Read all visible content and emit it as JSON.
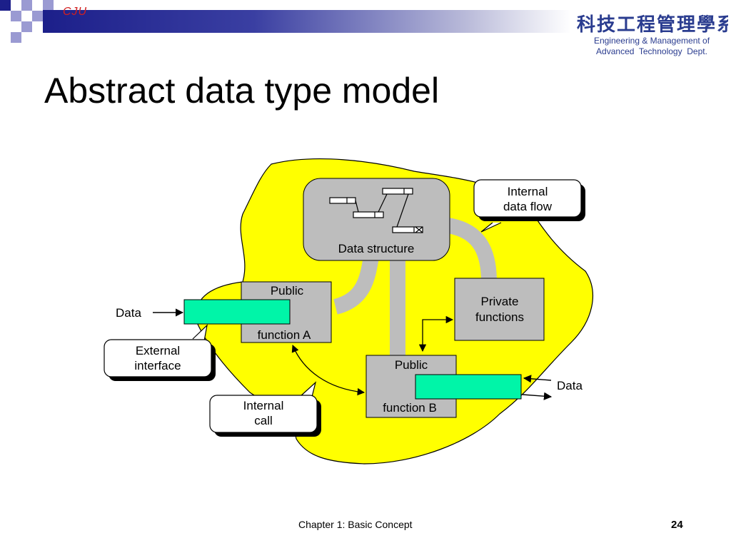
{
  "header": {
    "brand_text": "CJU",
    "logo_chinese": "科技工程管理學系",
    "logo_english_line1": "Engineering & Management of",
    "logo_english_line2": "Advanced  Technology  Dept.",
    "accent_color": "#1c1f8a",
    "square_color": "#9a9ad2"
  },
  "title": "Abstract data type model",
  "diagram": {
    "blob_color": "#ffff00",
    "box_color": "#bdbdbd",
    "interface_color": "#00f5a8",
    "data_structure_label": "Data structure",
    "public_a_top": "Public",
    "public_a_bottom": "function A",
    "public_b_top": "Public",
    "public_b_bottom": "function B",
    "private_line1": "Private",
    "private_line2": "functions",
    "data_in_left": "Data",
    "data_right": "Data",
    "callouts": {
      "internal_data_flow_1": "Internal",
      "internal_data_flow_2": "data flow",
      "external_interface_1": "External",
      "external_interface_2": "interface",
      "internal_call_1": "Internal",
      "internal_call_2": "call"
    }
  },
  "footer": {
    "chapter": "Chapter 1: Basic Concept",
    "page_number": "24"
  }
}
